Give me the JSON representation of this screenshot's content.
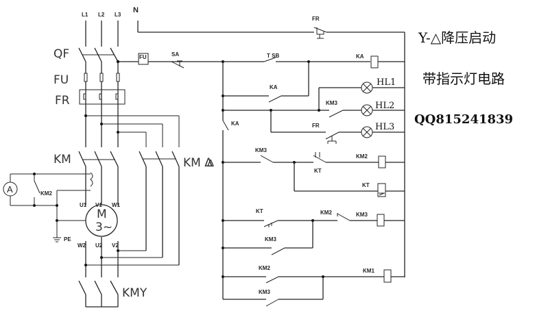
{
  "title": {
    "line1": "Y-△降压启动",
    "line2": "带指示灯电路",
    "contact": "QQ815241839"
  },
  "power": {
    "phases": [
      "L1",
      "L2",
      "L3"
    ],
    "neutral": "N",
    "breaker": "QF",
    "fuse": "FU",
    "thermal_relay": "FR",
    "main_contactor": "KM",
    "delta_contactor": "KM Δ",
    "star_contactor": "KMY",
    "motor": {
      "label": "M",
      "sub": "3~"
    },
    "terminals": {
      "top": [
        "U1",
        "V1",
        "W1"
      ],
      "bottom": [
        "W2",
        "U2",
        "V2"
      ]
    },
    "ground": "PE",
    "ammeter": "A",
    "ammeter_bypass": "KM2"
  },
  "control": {
    "fuse": "FU",
    "switch": "SA",
    "fr_top": "FR",
    "start": "T  SB",
    "ka_coil": "KA",
    "ka_hold": "KA",
    "ka_main": "KA",
    "km3_lamp": "KM3",
    "fr_lamp": "FR",
    "lamps": [
      "HL1",
      "HL2",
      "HL3"
    ],
    "km3_nc": "KM3",
    "kt_nc": "KT",
    "km2_coil": "KM2",
    "kt_coil": "KT",
    "kt_no": "KT",
    "km3_hold": "KM3",
    "km2_nc": "KM2",
    "km3_coil": "KM3",
    "km2_no": "KM2",
    "km3_no": "KM3",
    "km1_coil": "KM1"
  }
}
